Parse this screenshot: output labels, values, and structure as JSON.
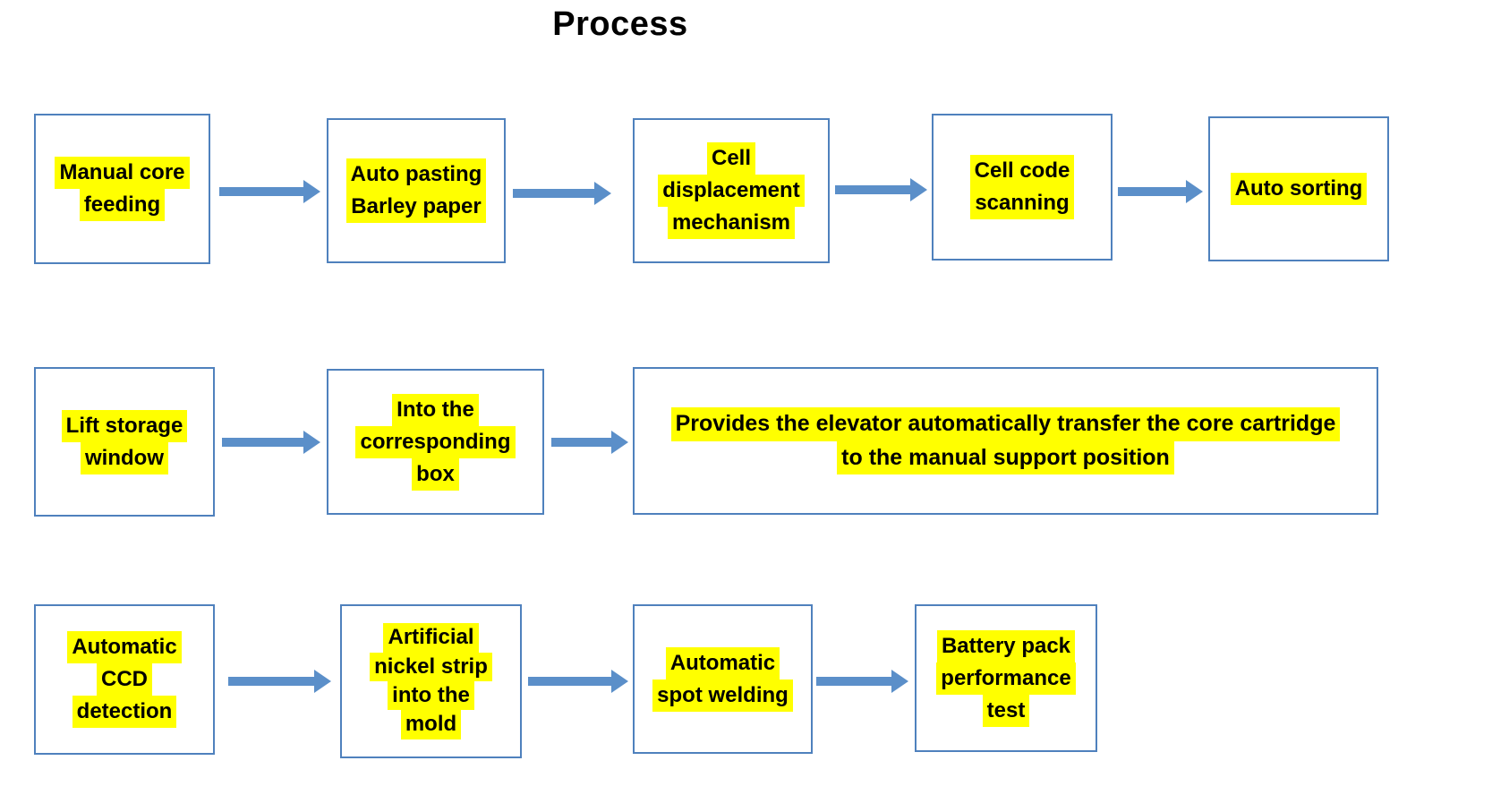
{
  "title": "Process",
  "colors": {
    "box_border": "#4f81bd",
    "highlight": "#ffff00",
    "arrow": "#5b8fc9",
    "text": "#000000",
    "background": "#ffffff"
  },
  "rows": [
    {
      "boxes": [
        {
          "lines": [
            "Manual core",
            "feeding"
          ]
        },
        {
          "lines": [
            "Auto pasting",
            "Barley paper"
          ]
        },
        {
          "lines": [
            "Cell",
            "displacement",
            "mechanism"
          ]
        },
        {
          "lines": [
            "Cell code",
            "scanning"
          ]
        },
        {
          "lines": [
            "Auto sorting"
          ]
        }
      ]
    },
    {
      "boxes": [
        {
          "lines": [
            "Lift storage",
            "window"
          ]
        },
        {
          "lines": [
            "Into the",
            "corresponding",
            "box"
          ]
        },
        {
          "lines": [
            "Provides the elevator automatically transfer the core cartridge",
            "to the manual support position"
          ]
        }
      ]
    },
    {
      "boxes": [
        {
          "lines": [
            "Automatic",
            "CCD",
            "detection"
          ]
        },
        {
          "lines": [
            "Artificial",
            "nickel strip",
            "into the",
            "mold"
          ]
        },
        {
          "lines": [
            "Automatic",
            "spot welding"
          ]
        },
        {
          "lines": [
            "Battery pack",
            "performance",
            "test"
          ]
        }
      ]
    }
  ]
}
